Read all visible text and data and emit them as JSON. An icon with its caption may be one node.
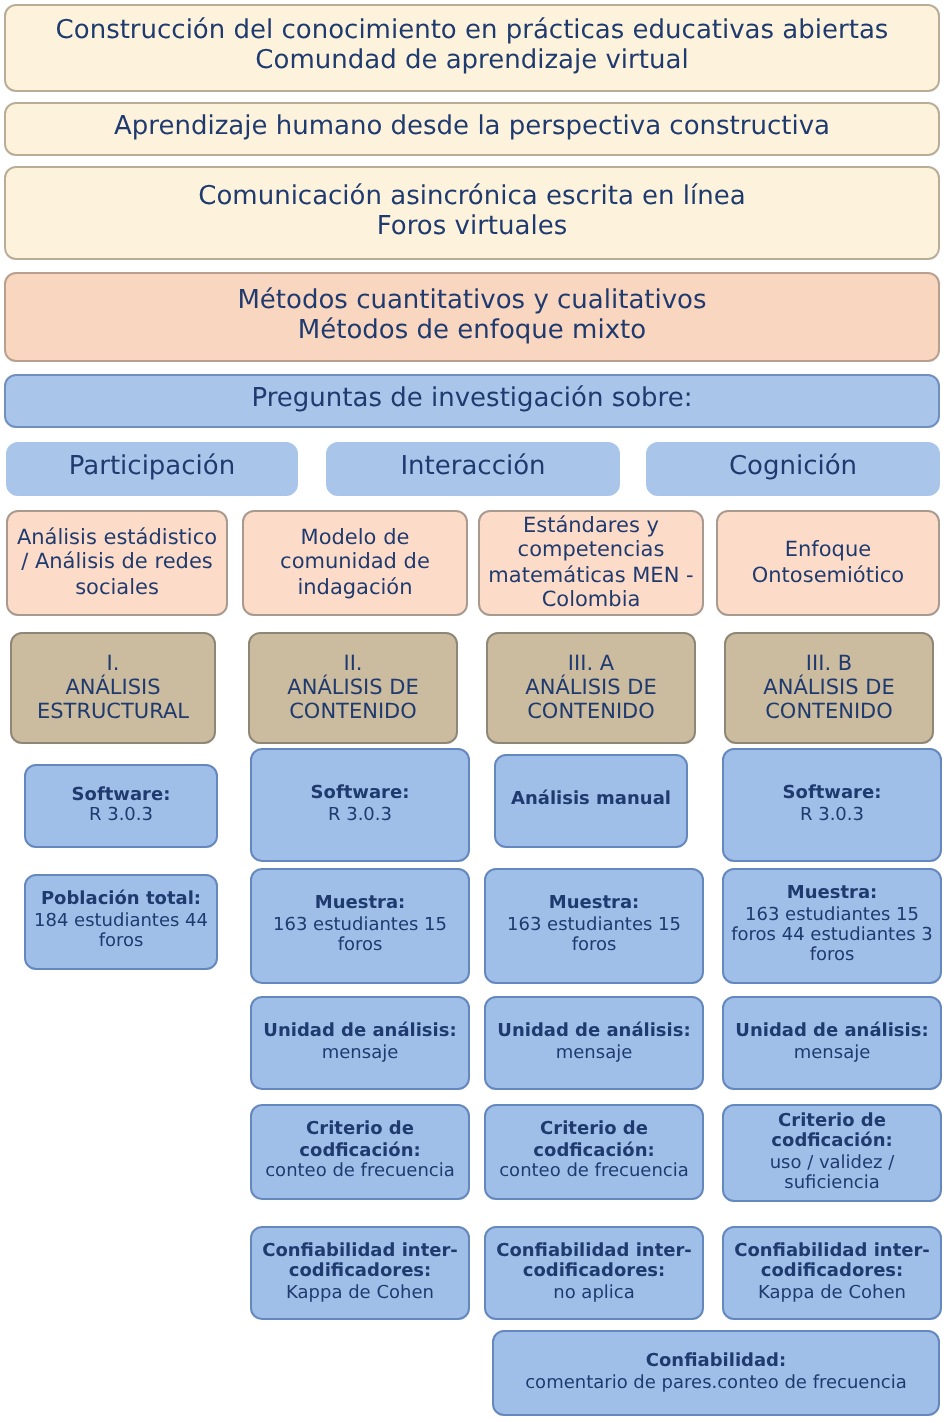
{
  "diagram": {
    "nodes": [
      {
        "text": [
          "Construcción del conocimiento en prácticas educativas abiertas",
          "Comundad de aprendizaje virtual"
        ]
      },
      {
        "text": [
          "Aprendizaje humano desde la perspectiva constructiva"
        ]
      },
      {
        "text": [
          "Comunicación asincrónica escrita en línea",
          "Foros virtuales"
        ]
      },
      {
        "text": [
          "Métodos cuantitativos y cualitativos",
          "Métodos de enfoque mixto"
        ]
      },
      {
        "text": [
          "Preguntas de investigación sobre:"
        ]
      },
      {
        "text": [
          "Participación"
        ]
      },
      {
        "text": [
          "Interacción"
        ]
      },
      {
        "text": [
          "Cognición"
        ]
      },
      {
        "text": [
          "Análisis estádistico / Análisis de redes sociales"
        ]
      },
      {
        "text": [
          "Modelo de comunidad de indagación"
        ]
      },
      {
        "text": [
          "Estándares y competencias matemáticas MEN - Colombia"
        ]
      },
      {
        "text": [
          "Enfoque Ontosemiótico"
        ]
      },
      {
        "text": [
          "I.",
          "ANÁLISIS ESTRUCTURAL"
        ]
      },
      {
        "text": [
          "II.",
          "ANÁLISIS DE CONTENIDO"
        ]
      },
      {
        "text": [
          "III. A",
          "ANÁLISIS DE CONTENIDO"
        ]
      },
      {
        "text": [
          "III. B",
          "ANÁLISIS DE CONTENIDO"
        ]
      },
      {
        "text": [
          "Software:",
          "R 3.0.3"
        ]
      },
      {
        "text": [
          "Software:",
          "R 3.0.3"
        ]
      },
      {
        "text": [
          "Análisis manual"
        ]
      },
      {
        "text": [
          "Software:",
          "R 3.0.3"
        ]
      },
      {
        "text": [
          "Población total:",
          "184 estudiantes 44 foros"
        ]
      },
      {
        "text": [
          "Muestra:",
          "163 estudiantes 15 foros"
        ]
      },
      {
        "text": [
          "Muestra:",
          "163 estudiantes 15 foros"
        ]
      },
      {
        "text": [
          "Muestra:",
          "163 estudiantes 15 foros 44 estudiantes 3 foros"
        ]
      },
      {
        "text": [
          "Unidad de análisis:",
          "mensaje"
        ]
      },
      {
        "text": [
          "Unidad de análisis:",
          "mensaje"
        ]
      },
      {
        "text": [
          "Unidad de análisis:",
          "mensaje"
        ]
      },
      {
        "text": [
          "Criterio de codficación:",
          "conteo de frecuencia"
        ]
      },
      {
        "text": [
          "Criterio de codficación:",
          "conteo de frecuencia"
        ]
      },
      {
        "text": [
          "Criterio de codficación:",
          "uso / validez / suficiencia"
        ]
      },
      {
        "text": [
          "Confiabilidad inter-codificadores:",
          "Kappa de Cohen"
        ]
      },
      {
        "text": [
          "Confiabilidad inter-codificadores:",
          "no aplica"
        ]
      },
      {
        "text": [
          "Confiabilidad inter-codificadores:",
          "Kappa de Cohen"
        ]
      },
      {
        "text": [
          "Confiabilidad:",
          "comentario de pares.conteo de frecuencia"
        ]
      }
    ]
  }
}
